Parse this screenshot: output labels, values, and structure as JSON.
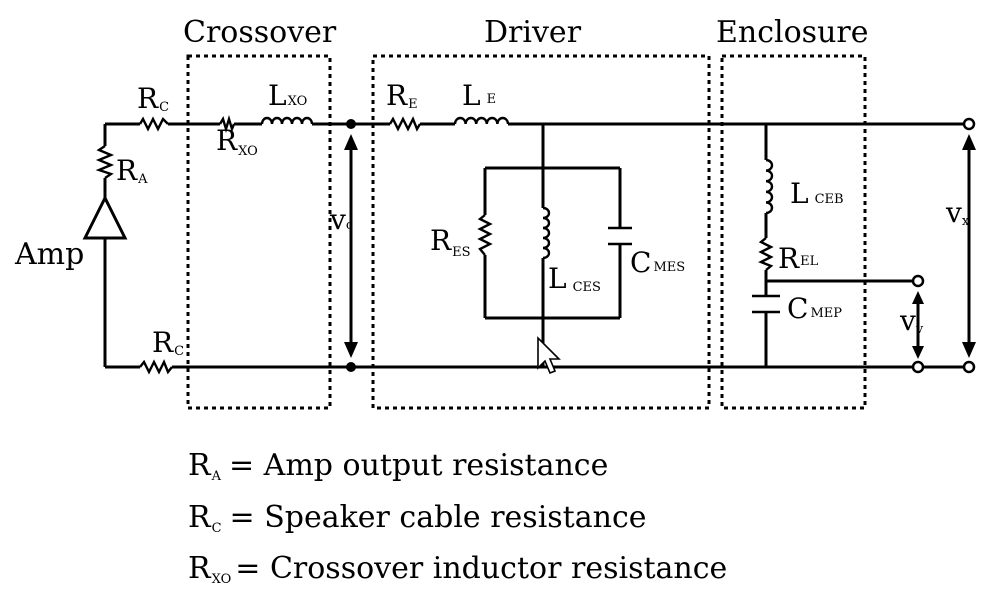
{
  "sections": {
    "crossover": "Crossover",
    "driver": "Driver",
    "enclosure": "Enclosure"
  },
  "amp_label": "Amp",
  "components": {
    "rc_top": {
      "main": "R",
      "sub": "C"
    },
    "rc_bottom": {
      "main": "R",
      "sub": "C"
    },
    "ra": {
      "main": "R",
      "sub": "A"
    },
    "lxo": {
      "main": "L",
      "sub": "XO"
    },
    "rxo": {
      "main": "R",
      "sub": "XO"
    },
    "re": {
      "main": "R",
      "sub": "E"
    },
    "le": {
      "main": "L",
      "sub": "E"
    },
    "res": {
      "main": "R",
      "sub": "ES"
    },
    "lces": {
      "main": "L",
      "sub": "CES"
    },
    "cmes": {
      "main": "C",
      "sub": "MES"
    },
    "lceb": {
      "main": "L",
      "sub": "CEB"
    },
    "rel": {
      "main": "R",
      "sub": "EL"
    },
    "cmep": {
      "main": "C",
      "sub": "MEP"
    }
  },
  "voltages": {
    "vc": {
      "main": "v",
      "sub": "c"
    },
    "vx": {
      "main": "v",
      "sub": "x"
    },
    "vv": {
      "main": "v",
      "sub": "v"
    }
  },
  "legend": [
    {
      "sym": "R",
      "sub": "A",
      "text": "= Amp output resistance"
    },
    {
      "sym": "R",
      "sub": "C",
      "text": "= Speaker cable resistance"
    },
    {
      "sym": "R",
      "sub": "XO",
      "text": "= Crossover inductor resistance"
    }
  ]
}
